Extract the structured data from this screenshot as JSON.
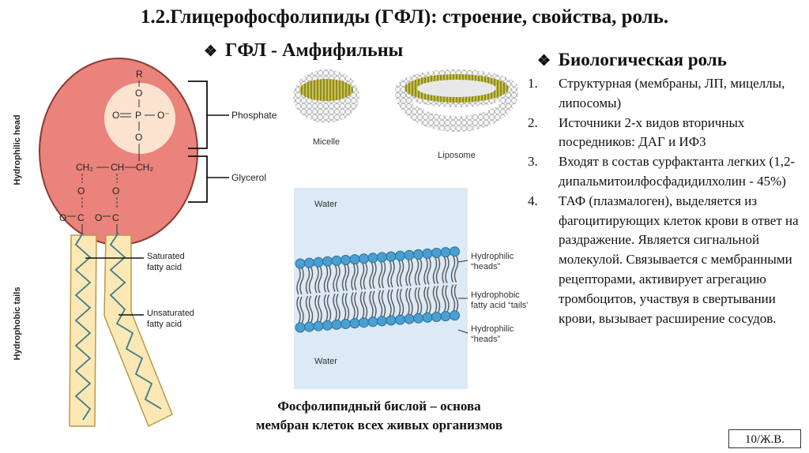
{
  "slide": {
    "title": "1.2.Глицерофосфолипиды (ГФЛ): строение, свойства, роль.",
    "subtitle_bullet": "❖",
    "subtitle": "ГФЛ - Амфифильны",
    "caption_line1": "Фосфолипидный бислой – основа",
    "caption_line2": "мембран клеток всех живых организмов",
    "slide_number": "10/Ж.В."
  },
  "bio_role": {
    "bullet": "❖",
    "heading": "Биологическая роль",
    "items": [
      {
        "num": "1.",
        "text": "Структурная (мембраны, ЛП, мицеллы, липосомы)"
      },
      {
        "num": "2.",
        "text": "Источники 2-х видов вторичных посредников: ДАГ и ИФ3"
      },
      {
        "num": "3.",
        "text": "Входят в состав сурфактанта легких (1,2-дипальмитоилфосфадидилхолин - 45%)"
      },
      {
        "num": "4.",
        "text": "ТАФ (плазмалоген), выделяется из фагоцитирующих клеток крови в ответ на раздражение. Является сигнальной молекулой. Связывается с мембранными рецепторами, активирует агрегацию тромбоцитов, участвуя в свертывании крови, вызывает расширение сосудов."
      }
    ]
  },
  "molecule": {
    "head_label": "Hydrophilic head",
    "tails_label": "Hydrophobic tails",
    "phosphate_label": "Phosphate",
    "glycerol_label": "Glycerol",
    "saturated_label_1": "Saturated",
    "saturated_label_2": "fatty acid",
    "unsaturated_label_1": "Unsaturated",
    "unsaturated_label_2": "fatty acid",
    "chem": {
      "r": "R",
      "o": "O",
      "p": "P",
      "o_minus": "O⁻",
      "ch2": "CH₂",
      "ch": "CH",
      "c": "C"
    }
  },
  "structures": {
    "micelle_label": "Micelle",
    "liposome_label": "Liposome"
  },
  "bilayer": {
    "water_top": "Water",
    "water_bottom": "Water",
    "heads_top_1": "Hydrophilic",
    "heads_top_2": "“heads”",
    "tails_1": "Hydrophobic",
    "tails_2": "fatty acid “tails”",
    "heads_bottom_1": "Hydrophilic",
    "heads_bottom_2": "“heads”"
  },
  "colors": {
    "head_fill": "#e9837b",
    "phosphate_fill": "#fbe3cf",
    "tail_fill": "#fbe8b5",
    "bilayer_bg": "#dce9f6",
    "sphere": "#4a9fd1",
    "micelle_core": "#c9c23a"
  }
}
